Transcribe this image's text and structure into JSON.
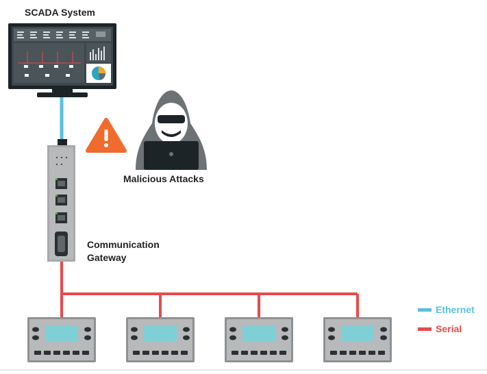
{
  "labels": {
    "scada": "SCADA System",
    "attacks": "Malicious Attacks",
    "gateway_line1": "Communication",
    "gateway_line2": "Gateway"
  },
  "legend": [
    {
      "label": "Ethernet",
      "color": "#5bbfe0"
    },
    {
      "label": "Serial",
      "color": "#e84a4a"
    }
  ],
  "colors": {
    "ethernet": "#5bbfe0",
    "serial": "#e84a4a",
    "warning": "#ef6c2e",
    "device_gray": "#a7a9ab",
    "screen_teal": "#7fd0d6",
    "hacker_gray": "#6d7275",
    "monitor_dark": "#1d2428"
  },
  "devices": {
    "field_device_count": 4
  }
}
